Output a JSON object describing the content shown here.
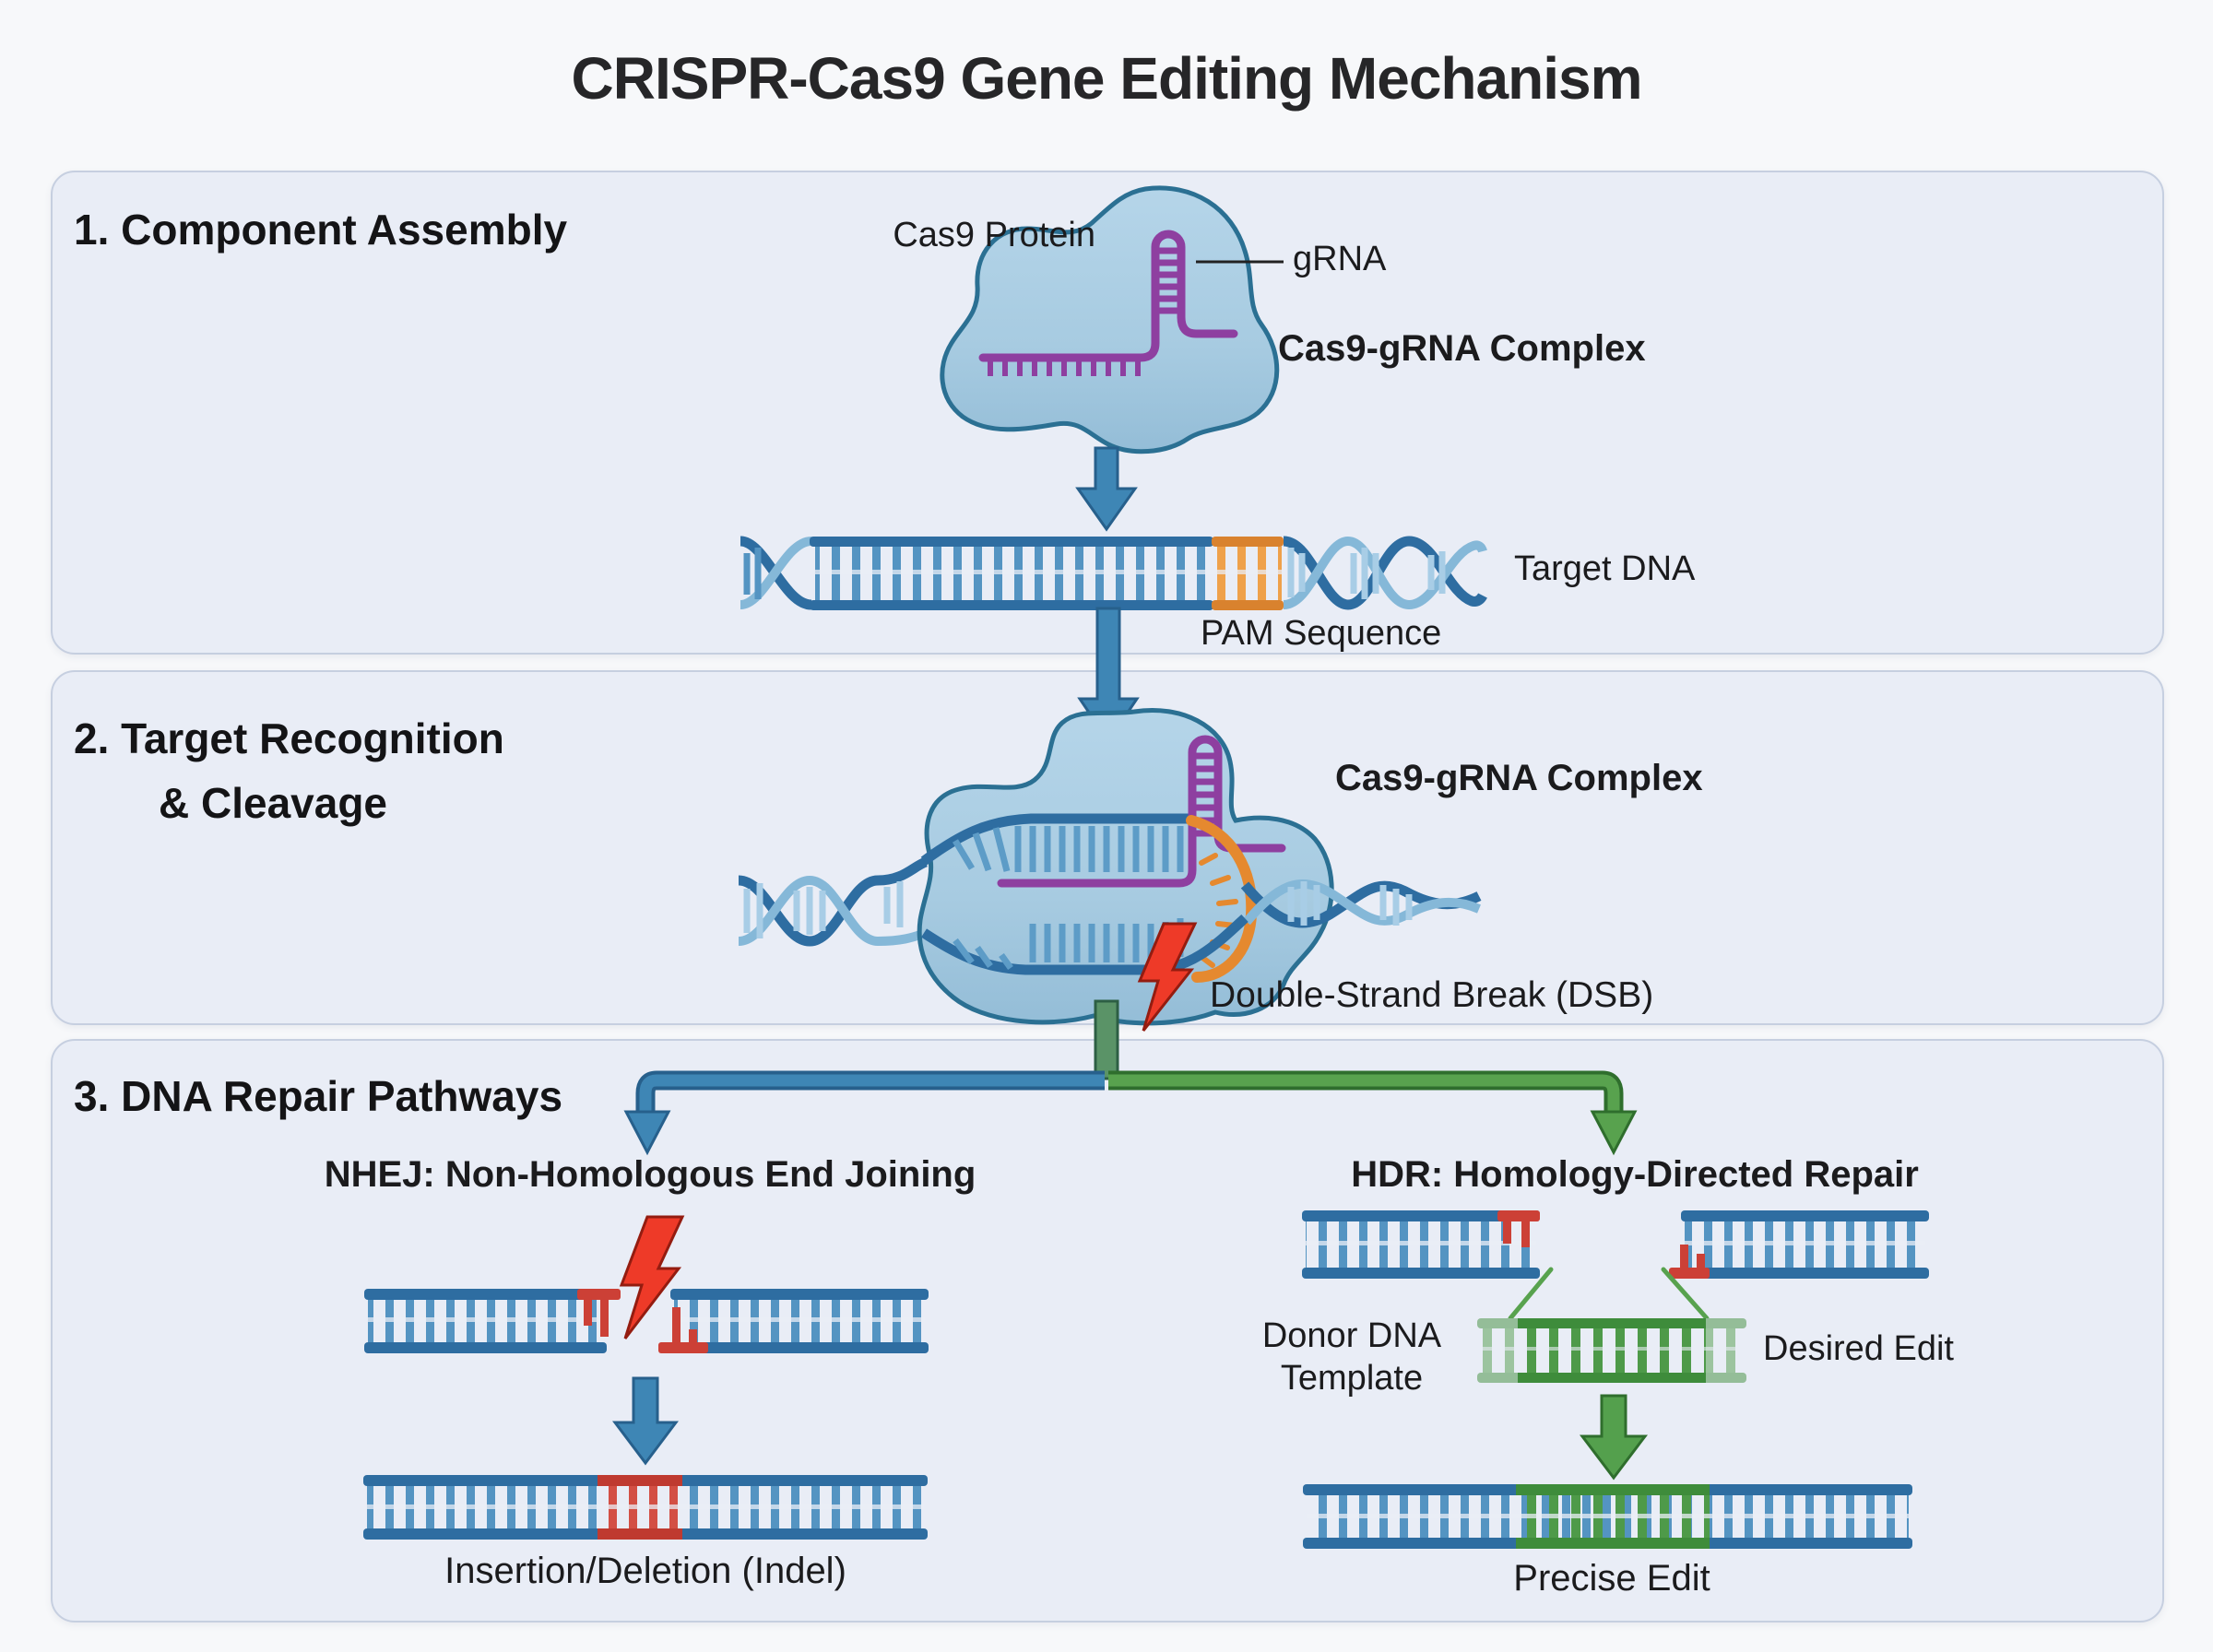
{
  "title": "CRISPR-Cas9 Gene Editing Mechanism",
  "colors": {
    "panel_bg": "#e9edf6",
    "dna_blue_dark": "#2e6da1",
    "dna_blue_light": "#5494c2",
    "grna_purple": "#8e3fa0",
    "pam_orange": "#e5892f",
    "cas9_body_blue": "#a7cbe1",
    "arrow_blue": "#3e86b5",
    "repair_green": "#54a04d",
    "break_red": "#ee3a28",
    "edit_red": "#d34f44",
    "text": "#1b1b1d"
  },
  "section1": {
    "heading": "1. Component Assembly",
    "cas9_protein_label": "Cas9 Protein",
    "grna_label": "gRNA",
    "complex_label": "Cas9-gRNA Complex",
    "target_dna_label": "Target DNA",
    "pam_label": "PAM Sequence"
  },
  "section2": {
    "heading_line1": "2. Target Recognition",
    "heading_line2": "& Cleavage",
    "complex_label": "Cas9-gRNA Complex",
    "dsb_label": "Double-Strand Break (DSB)"
  },
  "section3": {
    "heading": "3. DNA Repair Pathways",
    "nhej": {
      "title": "NHEJ: Non-Homologous End Joining",
      "result_label": "Insertion/Deletion (Indel)"
    },
    "hdr": {
      "title": "HDR: Homology-Directed Repair",
      "donor_label_line1": "Donor DNA",
      "donor_label_line2": "Template",
      "desired_edit_label": "Desired Edit",
      "result_label": "Precise Edit"
    }
  }
}
